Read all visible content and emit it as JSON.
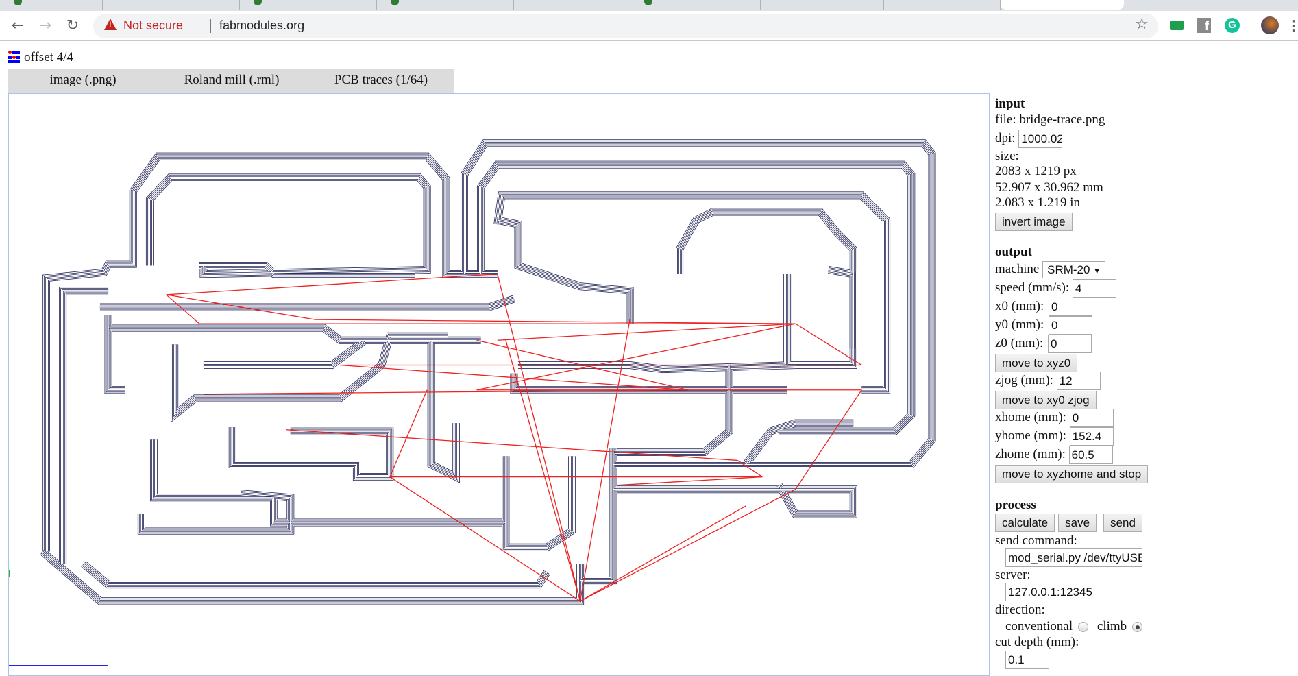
{
  "browser": {
    "security_label": "Not secure",
    "url": "fabmodules.org",
    "extensions": [
      "cast-icon",
      "facebook-icon",
      "grammarly-icon"
    ],
    "facebook_glyph": "f",
    "grammarly_glyph": "G"
  },
  "app": {
    "title": "offset 4/4",
    "modules": [
      "image (.png)",
      "Roland mill (.rml)",
      "PCB traces (1/64)"
    ]
  },
  "input": {
    "heading": "input",
    "file_label": "file:",
    "file_name": "bridge-trace.png",
    "dpi_label": "dpi:",
    "dpi": "1000.02",
    "size_label": "size:",
    "size_px": "2083 x 1219 px",
    "size_mm": "52.907 x 30.962 mm",
    "size_in": "2.083 x 1.219 in",
    "invert_button": "invert image"
  },
  "output": {
    "heading": "output",
    "machine_label": "machine",
    "machine": "SRM-20",
    "speed_label": "speed (mm/s):",
    "speed": "4",
    "x0_label": "x0 (mm):",
    "x0": "0",
    "y0_label": "y0 (mm):",
    "y0": "0",
    "z0_label": "z0 (mm):",
    "z0": "0",
    "move_xyz0_button": "move to xyz0",
    "zjog_label": "zjog (mm):",
    "zjog": "12",
    "move_xy0_zjog_button": "move to xy0 zjog",
    "xhome_label": "xhome (mm):",
    "xhome": "0",
    "yhome_label": "yhome (mm):",
    "yhome": "152.4",
    "zhome_label": "zhome (mm):",
    "zhome": "60.5",
    "move_home_button": "move to xyzhome and stop"
  },
  "process": {
    "heading": "process",
    "calculate_button": "calculate",
    "save_button": "save",
    "send_button": "send",
    "send_command_label": "send command:",
    "send_command": "mod_serial.py /dev/ttyUSB",
    "server_label": "server:",
    "server": "127.0.0.1:12345",
    "direction_label": "direction:",
    "direction_options": [
      "conventional",
      "climb"
    ],
    "direction_selected": "climb",
    "cut_depth_label": "cut depth (mm):",
    "cut_depth": "0.1"
  },
  "colors": {
    "toolpath": "#2b2e5c",
    "rapid": "#ee2222",
    "canvas_border": "#a8c4ea"
  }
}
